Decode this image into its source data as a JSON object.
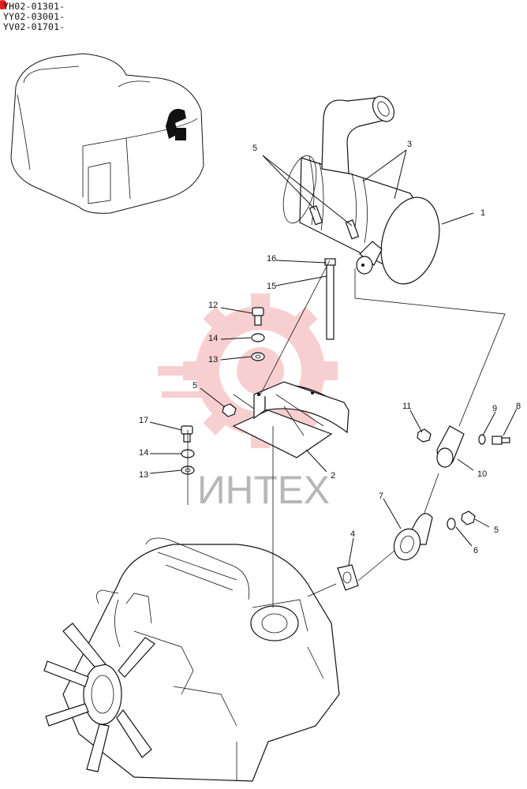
{
  "serials": [
    "YH02-01301-",
    "YY02-03001-",
    "YV02-01701-"
  ],
  "callouts": [
    "1",
    "2",
    "3",
    "4",
    "5",
    "5",
    "5",
    "6",
    "7",
    "8",
    "9",
    "10",
    "11",
    "12",
    "13",
    "13",
    "14",
    "14",
    "15",
    "16",
    "17"
  ],
  "watermark": {
    "text": "ИНТЕХ",
    "color": "#e8474a"
  }
}
